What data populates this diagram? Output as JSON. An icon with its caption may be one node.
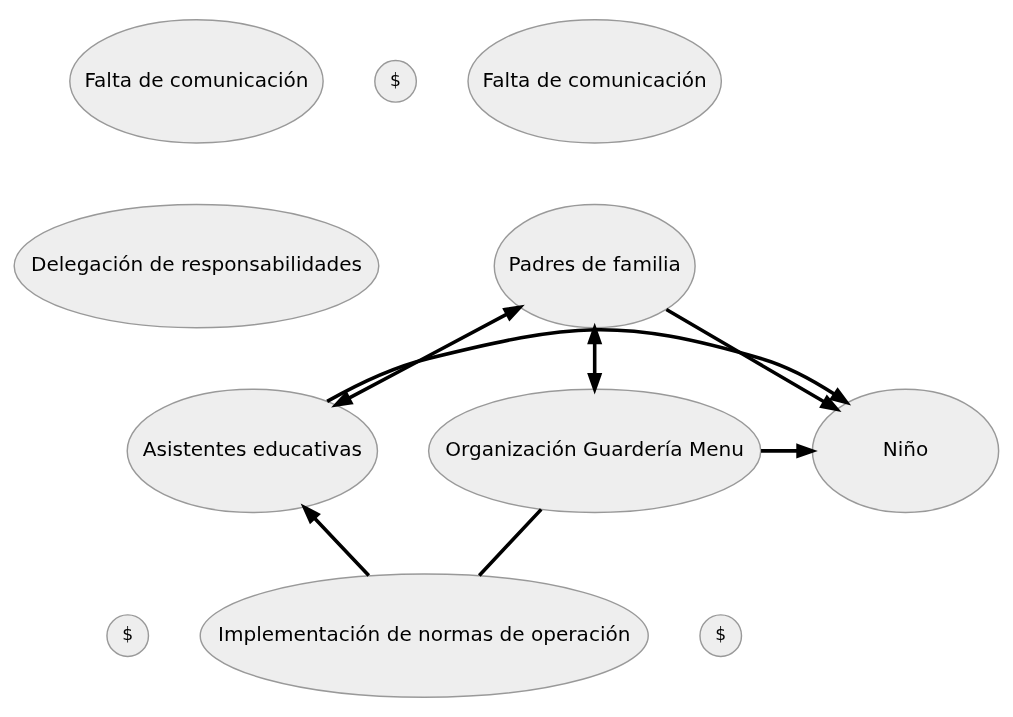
{
  "diagram": {
    "nodes": [
      {
        "text": [
          "Falta de comunicación"
        ]
      },
      {
        "text": [
          "$"
        ]
      },
      {
        "text": [
          "Padres de familia"
        ]
      },
      {
        "text": [
          "Falta de comunicación"
        ]
      },
      {
        "text": [
          "Delegación de responsabilidades"
        ]
      },
      {
        "text": [
          "Organización Guardería Menu"
        ]
      },
      {
        "text": [
          "Niño"
        ]
      },
      {
        "text": [
          "Asistentes educativas"
        ]
      },
      {
        "text": [
          "$"
        ]
      },
      {
        "text": [
          "$"
        ]
      },
      {
        "text": [
          "Implementación de normas de operación"
        ]
      }
    ],
    "edges": [
      {
        "from": 5,
        "to": 2,
        "arrow": "both"
      },
      {
        "from": 2,
        "to": 6,
        "arrow": "to"
      },
      {
        "from": 2,
        "to": 7,
        "arrow": "both"
      },
      {
        "from": 5,
        "to": 6,
        "arrow": "to"
      },
      {
        "from": 7,
        "to": 6,
        "arrow": "to"
      },
      {
        "from": 5,
        "to": 10,
        "arrow": "none"
      },
      {
        "from": 10,
        "to": 7,
        "arrow": "to"
      }
    ]
  }
}
